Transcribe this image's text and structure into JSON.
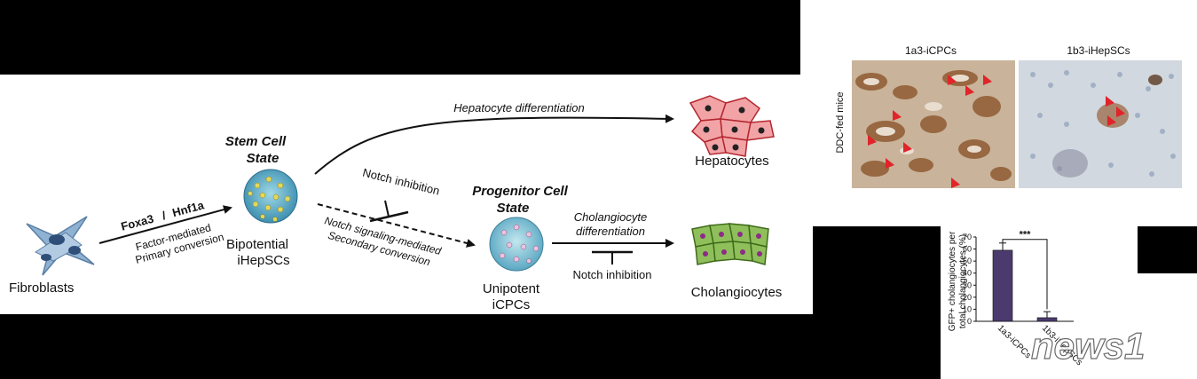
{
  "diagram": {
    "fibroblasts_label": "Fibroblasts",
    "factor_label_a": "Foxa3",
    "factor_sep": "/",
    "factor_label_b": "Hnf1a",
    "primary_line1": "Factor-mediated",
    "primary_line2": "Primary conversion",
    "stem_state_line1": "Stem Cell",
    "stem_state_line2": "State",
    "bipotential_line1": "Bipotential",
    "bipotential_line2": "iHepSCs",
    "hepatocyte_diff": "Hepatocyte differentiation",
    "hepatocytes_label": "Hepatocytes",
    "notch_inhibition_top": "Notch inhibition",
    "secondary_line1": "Notch signaling-mediated",
    "secondary_line2": "Secondary conversion",
    "progenitor_line1": "Progenitor Cell",
    "progenitor_line2": "State",
    "unipotent_line1": "Unipotent",
    "unipotent_line2": "iCPCs",
    "chol_diff_line1": "Cholangiocyte",
    "chol_diff_line2": "differentiation",
    "notch_inhibition_bottom": "Notch inhibition",
    "cholangiocytes_label": "Cholangiocytes"
  },
  "micrographs": {
    "left_title": "1a3-iCPCs",
    "right_title": "1b3-iHepSCs",
    "row_label": "DDC-fed mice"
  },
  "chart_data": {
    "type": "bar",
    "categories": [
      "1a3-iCPCs",
      "1b3-iHepSCs"
    ],
    "values": [
      59,
      3
    ],
    "errors": [
      6,
      5
    ],
    "ylabel_line1": "GFP+ cholangiocytes per",
    "ylabel_line2": "total cholangiocytes (%)",
    "ylim": [
      0,
      70
    ],
    "yticks": [
      "0",
      "10",
      "20",
      "30",
      "40",
      "50",
      "60",
      "70"
    ],
    "significance": "***",
    "bar_color": "#4a3a6e"
  },
  "watermark": {
    "text": "news1"
  }
}
